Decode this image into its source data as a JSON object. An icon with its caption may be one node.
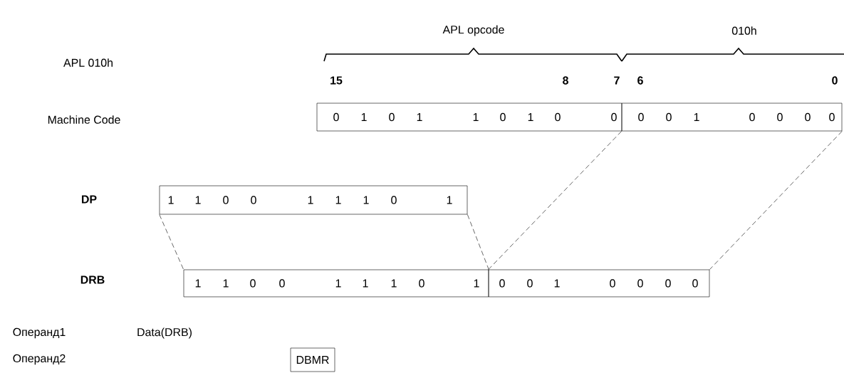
{
  "diagram": {
    "nodes": [
      {
        "text": [
          "0",
          "1",
          "0",
          "1",
          "1",
          "0",
          "1",
          "0",
          "0"
        ]
      },
      {
        "text": [
          "0",
          "0",
          "1",
          "0",
          "0",
          "0",
          "0"
        ]
      },
      {
        "text": [
          "1",
          "1",
          "0",
          "0",
          "1",
          "1",
          "1",
          "0",
          "1"
        ]
      },
      {
        "text": [
          "1",
          "1",
          "0",
          "0",
          "1",
          "1",
          "1",
          "0",
          "1"
        ]
      },
      {
        "text": [
          "0",
          "0",
          "1",
          "0",
          "0",
          "0",
          "0"
        ]
      },
      {
        "text": [
          "DBMR"
        ]
      }
    ],
    "edges": [
      {
        "from": 2,
        "to": 3,
        "arrow": "none",
        "style": "dashed"
      },
      {
        "from": 2,
        "to": 3,
        "arrow": "none",
        "style": "dashed"
      },
      {
        "from": 1,
        "to": 4,
        "arrow": "none",
        "style": "dashed"
      },
      {
        "from": 1,
        "to": 4,
        "arrow": "none",
        "style": "dashed"
      }
    ],
    "labels": [
      "APL opcode",
      "010h",
      "APL 010h",
      "15",
      "8",
      "7",
      "6",
      "0",
      "Machine Code",
      "DP",
      "DRB",
      "Операнд1",
      "Data(DRB)",
      "Операнд2"
    ]
  }
}
